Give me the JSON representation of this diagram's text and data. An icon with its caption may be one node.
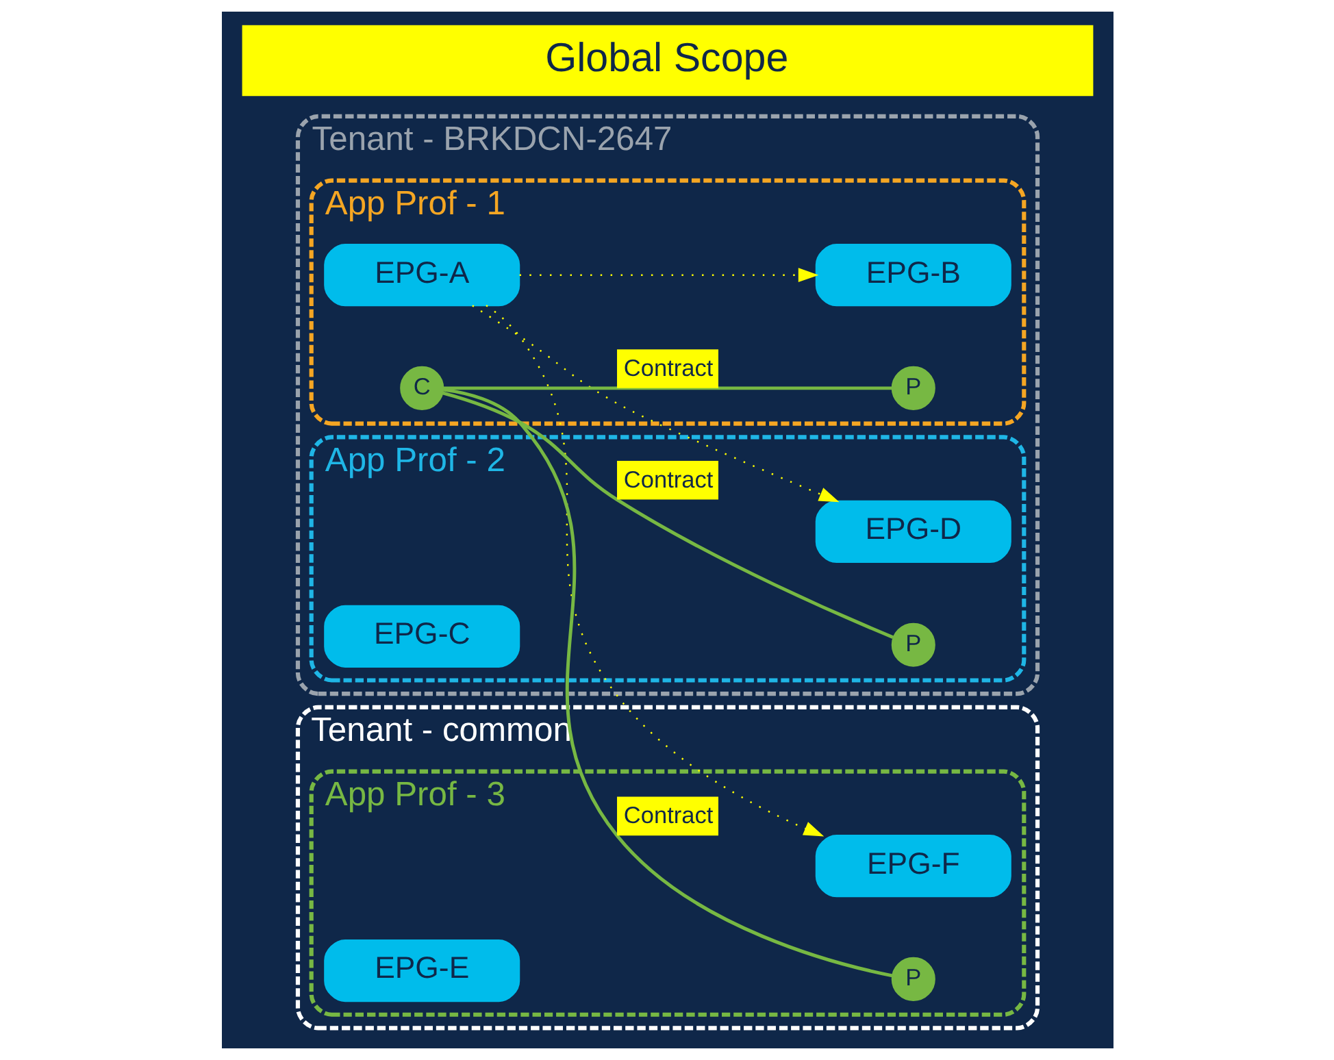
{
  "diagram": {
    "title": "Global Scope",
    "nodes": [
      {
        "text": [
          "Tenant - BRKDCN-2647"
        ]
      },
      {
        "text": [
          "App Prof - 1"
        ],
        "in": 0
      },
      {
        "text": [
          "EPG-A"
        ],
        "in": 1
      },
      {
        "text": [
          "C"
        ],
        "in": 1
      },
      {
        "text": [
          "P"
        ],
        "in": 1
      },
      {
        "text": [
          "EPG-B"
        ],
        "in": 1
      },
      {
        "text": [
          "App Prof - 2"
        ],
        "in": 0
      },
      {
        "text": [
          "EPG-C"
        ],
        "in": 6
      },
      {
        "text": [
          "P"
        ],
        "in": 6
      },
      {
        "text": [
          "EPG-D"
        ],
        "in": 6
      },
      {
        "text": [
          "Tenant - common"
        ]
      },
      {
        "text": [
          "App Prof - 3"
        ],
        "in": 10
      },
      {
        "text": [
          "EPG-E"
        ],
        "in": 11
      },
      {
        "text": [
          "P"
        ],
        "in": 11
      },
      {
        "text": [
          "EPG-F"
        ],
        "in": 11
      }
    ],
    "edges": [
      {
        "from": 3,
        "to": 4,
        "arrow": "none",
        "label": "Contract",
        "color": "#77b843"
      },
      {
        "from": 3,
        "to": 8,
        "arrow": "none",
        "label": "Contract",
        "color": "#77b843"
      },
      {
        "from": 3,
        "to": 13,
        "arrow": "none",
        "label": "Contract",
        "color": "#77b843"
      },
      {
        "from": 2,
        "to": 5,
        "arrow": "to",
        "style": "dashed",
        "color": "#ffff00"
      },
      {
        "from": 2,
        "to": 9,
        "arrow": "to",
        "style": "dashed",
        "color": "#ffff00"
      },
      {
        "from": 2,
        "to": 14,
        "arrow": "to",
        "style": "dashed",
        "color": "#ffff00"
      }
    ]
  }
}
